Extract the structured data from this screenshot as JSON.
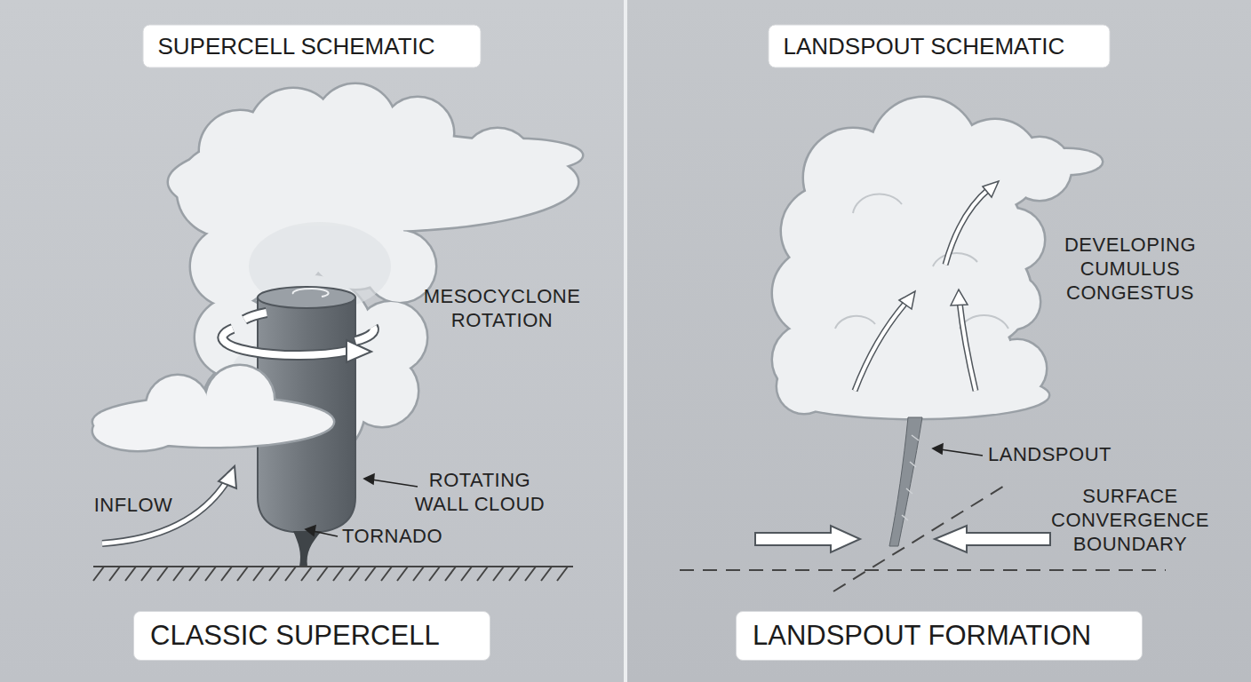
{
  "diagram": {
    "nodes": [
      {
        "text": [
          "SUPERCELL SCHEMATIC"
        ]
      },
      {
        "text": [
          "LANDSPOUT SCHEMATIC"
        ]
      },
      {
        "text": [
          "CLASSIC SUPERCELL"
        ]
      },
      {
        "text": [
          "LANDSPOUT FORMATION"
        ]
      }
    ],
    "labels": [
      "MESOCYCLONE ROTATION",
      "INFLOW",
      "ROTATING WALL CLOUD",
      "TORNADO",
      "DEVELOPING CUMULUS CONGESTUS",
      "LANDSPOUT",
      "SURFACE CONVERGENCE BOUNDARY"
    ]
  }
}
